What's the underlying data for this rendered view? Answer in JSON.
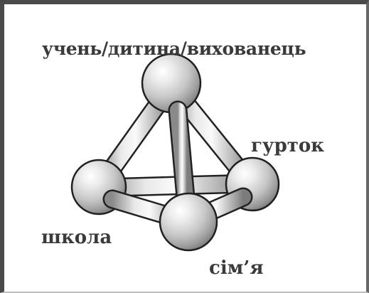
{
  "diagram": {
    "nodes": [
      {
        "id": "top",
        "label": "учень/дитина/вихованець"
      },
      {
        "id": "right",
        "label": "гурток"
      },
      {
        "id": "left",
        "label": "школа"
      },
      {
        "id": "bottom",
        "label": "сім’я"
      }
    ],
    "edges": [
      [
        "top",
        "left"
      ],
      [
        "top",
        "right"
      ],
      [
        "top",
        "bottom"
      ],
      [
        "left",
        "right"
      ],
      [
        "left",
        "bottom"
      ],
      [
        "right",
        "bottom"
      ]
    ],
    "colors": {
      "frame": "#4a4a4a",
      "text": "#3a3a3a",
      "sphere_light": "#f4f4f4",
      "sphere_dark": "#8a8a8a",
      "stick_light": "#f0f0f0",
      "stick_dark": "#8e8e8e"
    }
  }
}
